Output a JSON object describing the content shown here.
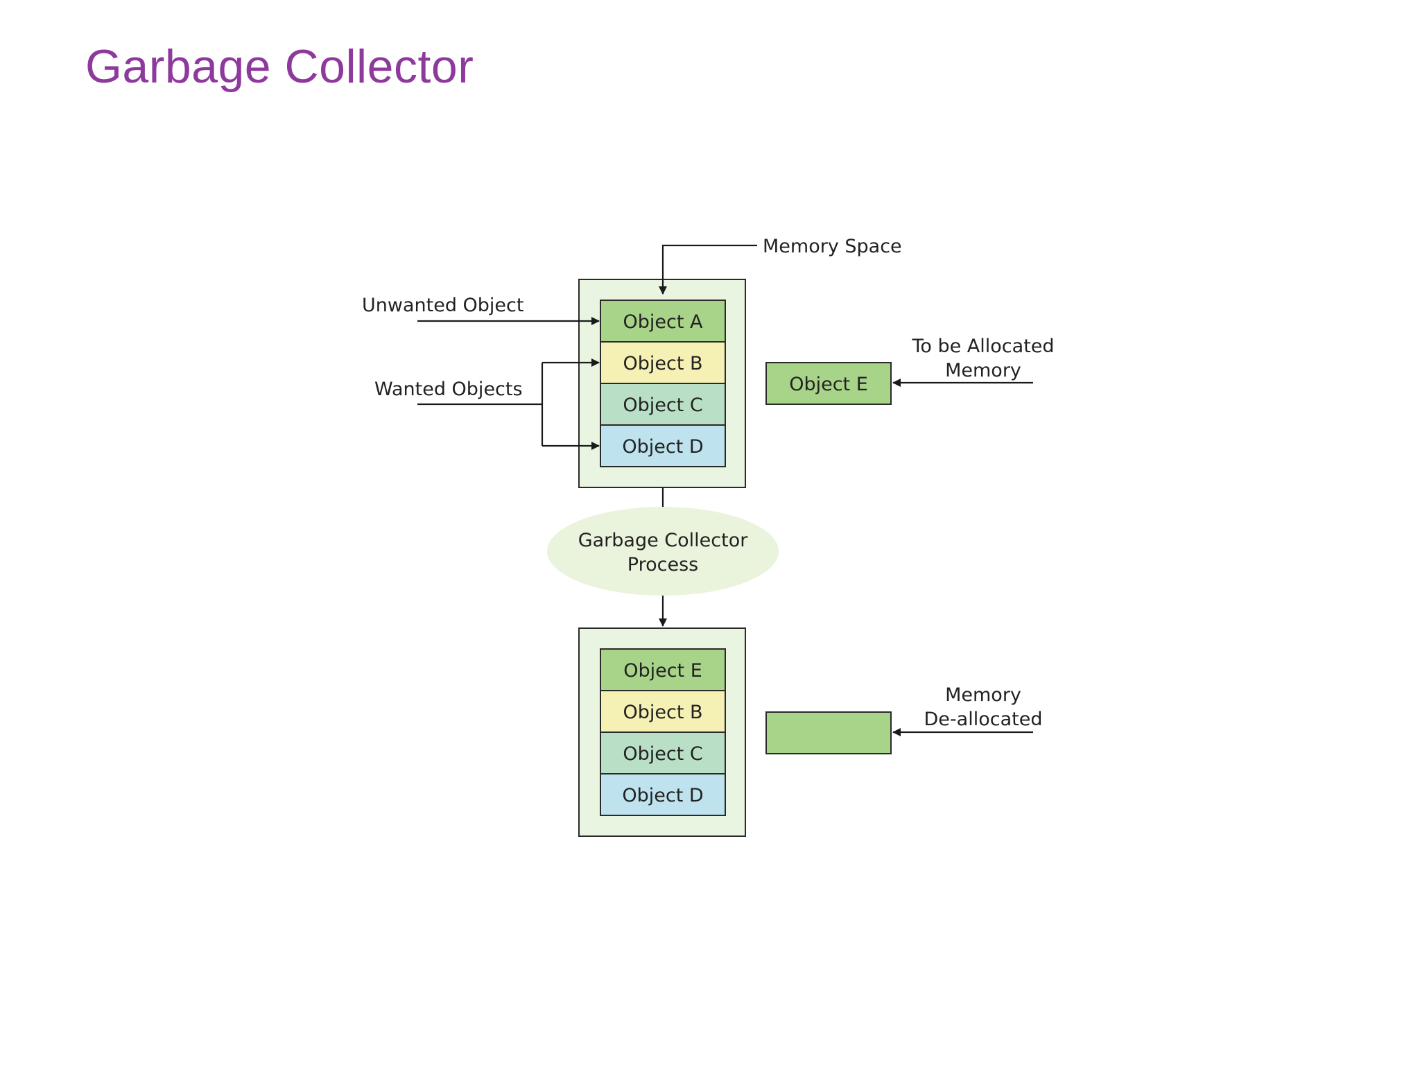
{
  "slide": {
    "title": "Garbage Collector"
  },
  "diagram": {
    "labels": {
      "memory_space": "Memory Space",
      "unwanted_object": "Unwanted Object",
      "wanted_objects": "Wanted Objects",
      "to_be_allocated_line1": "To be Allocated",
      "to_be_allocated_line2": "Memory",
      "gc_process_line1": "Garbage Collector",
      "gc_process_line2": "Process",
      "memory_deallocated_line1": "Memory",
      "memory_deallocated_line2": "De-allocated"
    },
    "before_objects": [
      "Object A",
      "Object B",
      "Object C",
      "Object D"
    ],
    "after_objects": [
      "Object E",
      "Object B",
      "Object C",
      "Object D"
    ],
    "incoming_object": "Object E"
  },
  "colors": {
    "title": "#8e3a9d",
    "object_a": "#a8d48a",
    "object_b": "#f5f0b4",
    "object_c": "#b9e0c6",
    "object_d": "#bfe3ee",
    "object_e": "#a8d48a",
    "container_fill": "#e9f5e1",
    "ellipse_fill": "#eaf3dc",
    "deallocated_block": "#a8d48a"
  }
}
